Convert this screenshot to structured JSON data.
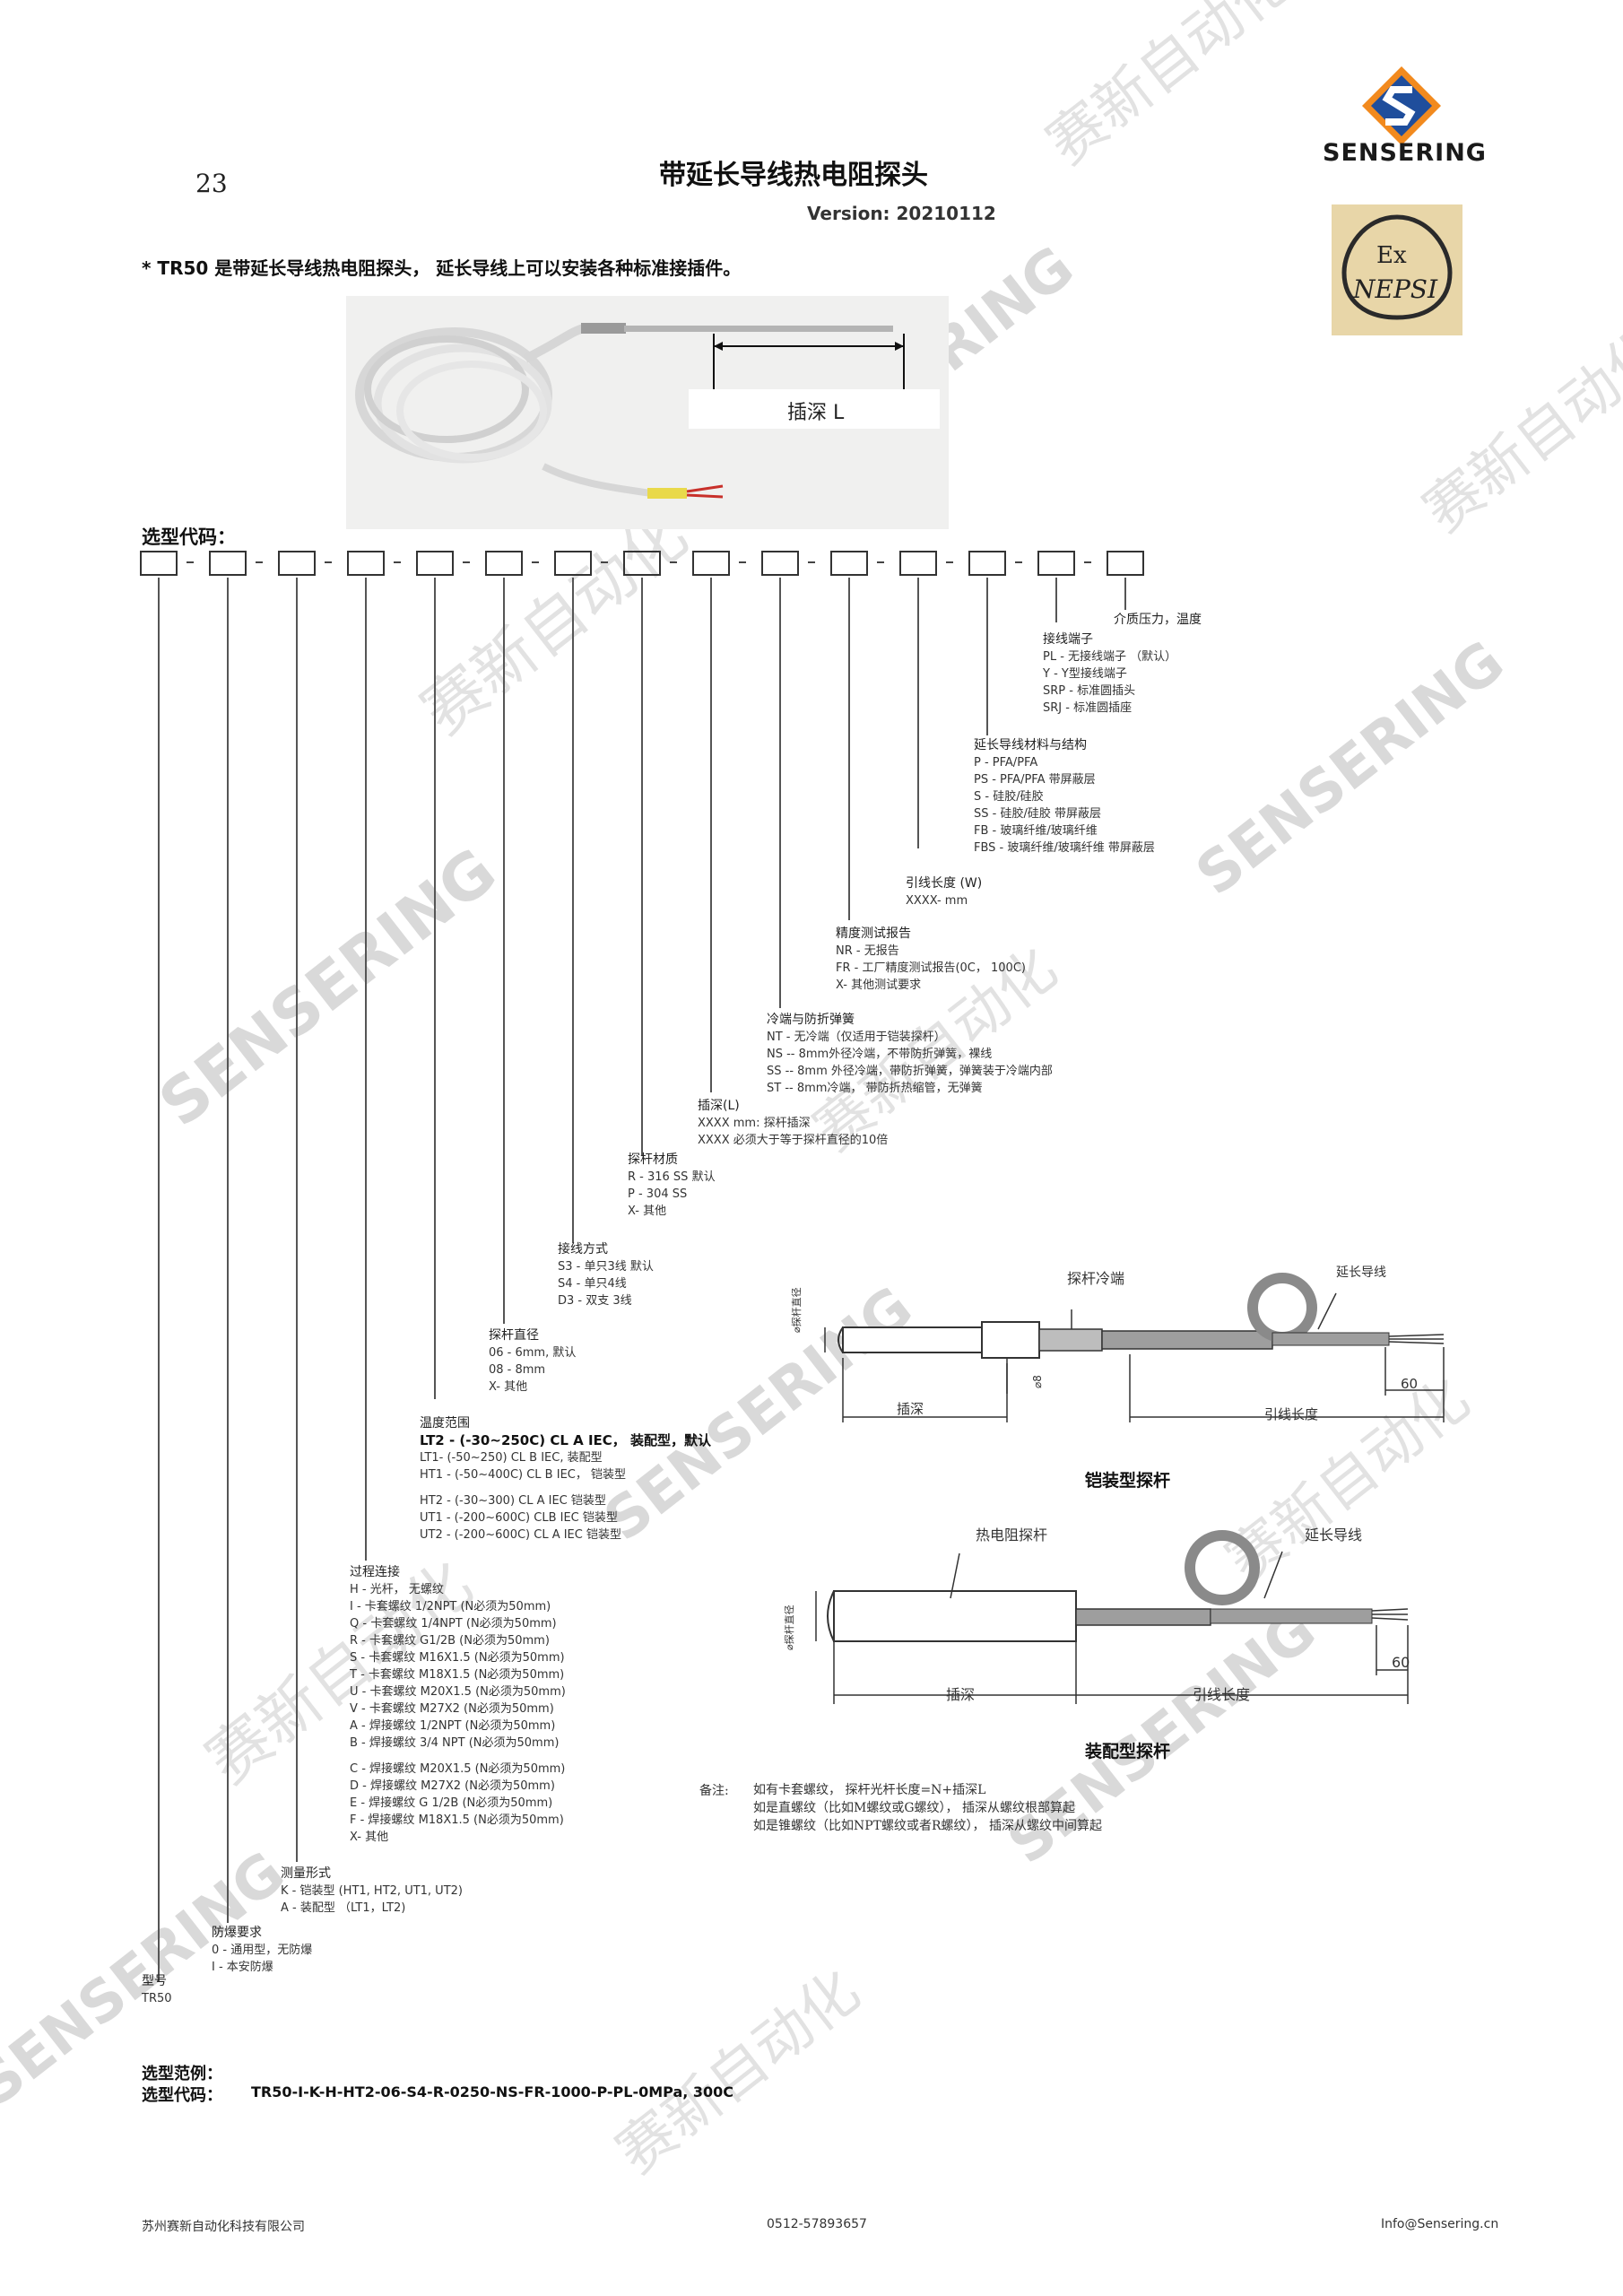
{
  "page_number": "23",
  "title": "带延长导线热电阻探头",
  "version": "Version: 20210112",
  "brand": "SENSERING",
  "cert_mark": {
    "ex": "Ex",
    "nepsi": "NEPSI"
  },
  "intro": "* TR50 是带延长导线热电阻探头， 延长导线上可以安装各种标准接插件。",
  "photo_label": "插深 L",
  "selection_heading": "选型代码：",
  "groups": {
    "medium": {
      "title": "介质压力，温度"
    },
    "connector": {
      "title": "接线端子",
      "lines": [
        "PL - 无接线端子 （默认）",
        "Y - Y型接线端子",
        "SRP - 标准圆插头",
        "SRJ - 标准圆插座"
      ]
    },
    "ext_material": {
      "title": "延长导线材料与结构",
      "lines": [
        "P - PFA/PFA",
        "PS - PFA/PFA 带屏蔽层",
        "S - 硅胶/硅胶",
        "SS - 硅胶/硅胶 带屏蔽层",
        "FB - 玻璃纤维/玻璃纤维",
        "FBS - 玻璃纤维/玻璃纤维 带屏蔽层"
      ]
    },
    "lead_length": {
      "title": "引线长度 (W)",
      "lines": [
        "XXXX- mm"
      ]
    },
    "report": {
      "title": "精度测试报告",
      "lines": [
        "NR - 无报告",
        "FR - 工厂精度测试报告(0C， 100C)",
        "X- 其他测试要求"
      ]
    },
    "cold_end": {
      "title": "冷端与防折弹簧",
      "lines": [
        "NT - 无冷端（仅适用于铠装探杆）",
        "NS -- 8mm外径冷端，不带防折弹簧，裸线",
        "SS -- 8mm 外径冷端，带防折弹簧，弹簧装于冷端内部",
        "ST -- 8mm冷端， 带防折热缩管，无弹簧"
      ]
    },
    "insertion": {
      "title": "插深(L)",
      "lines": [
        "XXXX mm: 探杆插深",
        "XXXX 必须大于等于探杆直径的10倍"
      ]
    },
    "probe_material": {
      "title": "探杆材质",
      "lines": [
        "R - 316 SS 默认",
        "P - 304 SS",
        "X- 其他"
      ]
    },
    "wiring": {
      "title": "接线方式",
      "lines": [
        "S3 - 单只3线 默认",
        "S4 - 单只4线",
        "D3 - 双支 3线"
      ]
    },
    "diameter": {
      "title": "探杆直径",
      "lines": [
        "06 - 6mm, 默认",
        "08 - 8mm",
        "X- 其他"
      ]
    },
    "temp_range": {
      "title": "温度范围",
      "bold": "LT2 - (-30~250C) CL A IEC， 装配型，默认",
      "lines": [
        "LT1- (-50~250) CL B IEC, 装配型",
        "HT1 - (-50~400C) CL B IEC， 铠装型"
      ],
      "lines2": [
        "HT2 - (-30~300) CL A IEC 铠装型",
        "UT1 - (-200~600C) CLB IEC 铠装型",
        "UT2 - (-200~600C) CL A IEC 铠装型"
      ]
    },
    "process": {
      "title": "过程连接",
      "lines": [
        "H - 光杆， 无螺纹",
        "I - 卡套螺纹 1/2NPT (N必须为50mm)",
        "Q - 卡套螺纹 1/4NPT (N必须为50mm)",
        "R - 卡套螺纹 G1/2B (N必须为50mm)",
        "S - 卡套螺纹 M16X1.5 (N必须为50mm)",
        "T - 卡套螺纹 M18X1.5 (N必须为50mm)",
        "U - 卡套螺纹 M20X1.5 (N必须为50mm)",
        "V - 卡套螺纹 M27X2 (N必须为50mm)",
        "A - 焊接螺纹 1/2NPT (N必须为50mm)",
        "B - 焊接螺纹 3/4 NPT (N必须为50mm)"
      ],
      "lines2": [
        "C - 焊接螺纹 M20X1.5 (N必须为50mm)",
        "D - 焊接螺纹 M27X2 (N必须为50mm)",
        "E - 焊接螺纹 G 1/2B (N必须为50mm)",
        "F - 焊接螺纹 M18X1.5 (N必须为50mm)",
        "X- 其他"
      ]
    },
    "measure": {
      "title": "测量形式",
      "lines": [
        "K - 铠装型 (HT1, HT2, UT1, UT2)",
        "A - 装配型 （LT1，LT2)"
      ]
    },
    "explosion": {
      "title": "防爆要求",
      "lines": [
        "0 - 通用型，无防爆",
        "I - 本安防爆"
      ]
    },
    "model": {
      "title": "型号",
      "lines": [
        "TR50"
      ]
    }
  },
  "diagram1": {
    "cold_end": "探杆冷端",
    "ext_wire": "延长导线",
    "dia_side": "⌀探杆直径",
    "phi8": "⌀8",
    "insert": "插深",
    "lead_len": "引线长度",
    "dim60": "60",
    "caption": "铠装型探杆"
  },
  "diagram2": {
    "probe": "热电阻探杆",
    "ext_wire": "延长导线",
    "dia_side": "⌀探杆直径",
    "insert": "插深",
    "lead_len": "引线长度",
    "dim60": "60",
    "caption": "装配型探杆"
  },
  "notes": {
    "label": "备注:",
    "lines": [
      "如有卡套螺纹， 探杆光杆长度=N+插深L",
      "如是直螺纹（比如M螺纹或G螺纹）， 插深从螺纹根部算起",
      "如是锥螺纹（比如NPT螺纹或者R螺纹）， 插深从螺纹中间算起"
    ]
  },
  "example": {
    "heading": "选型范例：",
    "code_label": "选型代码：",
    "code": "TR50-I-K-H-HT2-06-S4-R-0250-NS-FR-1000-P-PL-0MPa, 300C"
  },
  "footer": {
    "company": "苏州赛新自动化科技有限公司",
    "phone": "0512-57893657",
    "email": "Info@Sensering.cn"
  },
  "watermark": {
    "text": "SENSERING",
    "cn": "赛新自动化"
  }
}
